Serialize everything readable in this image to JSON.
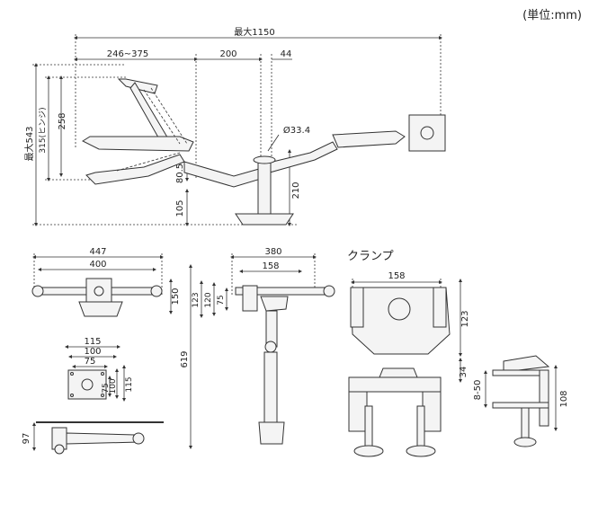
{
  "unit_label": "(単位:mm)",
  "section_title_clamp": "クランプ",
  "top_view": {
    "max_width": "最大1150",
    "reach": "246~375",
    "offset_200": "200",
    "offset_44": "44",
    "max_height": "最大543",
    "hinge": "315(ヒンジ)",
    "h258": "258",
    "h80_5": "80.5",
    "h105": "105",
    "h210": "210",
    "pole_dia": "Ø33.4"
  },
  "front_view": {
    "w447": "447",
    "w400": "400",
    "h150": "150"
  },
  "side_view": {
    "w380": "380",
    "w158": "158",
    "h123": "123",
    "h120": "120",
    "h75": "75",
    "h619": "619"
  },
  "vesa": {
    "w115": "115",
    "w100": "100",
    "w75": "75",
    "h75": "75",
    "h100": "100",
    "h115": "115"
  },
  "bottom_view": {
    "h97": "97"
  },
  "clamp": {
    "w158": "158",
    "h123": "123",
    "h34": "34",
    "range": "8-50",
    "h108": "108"
  }
}
